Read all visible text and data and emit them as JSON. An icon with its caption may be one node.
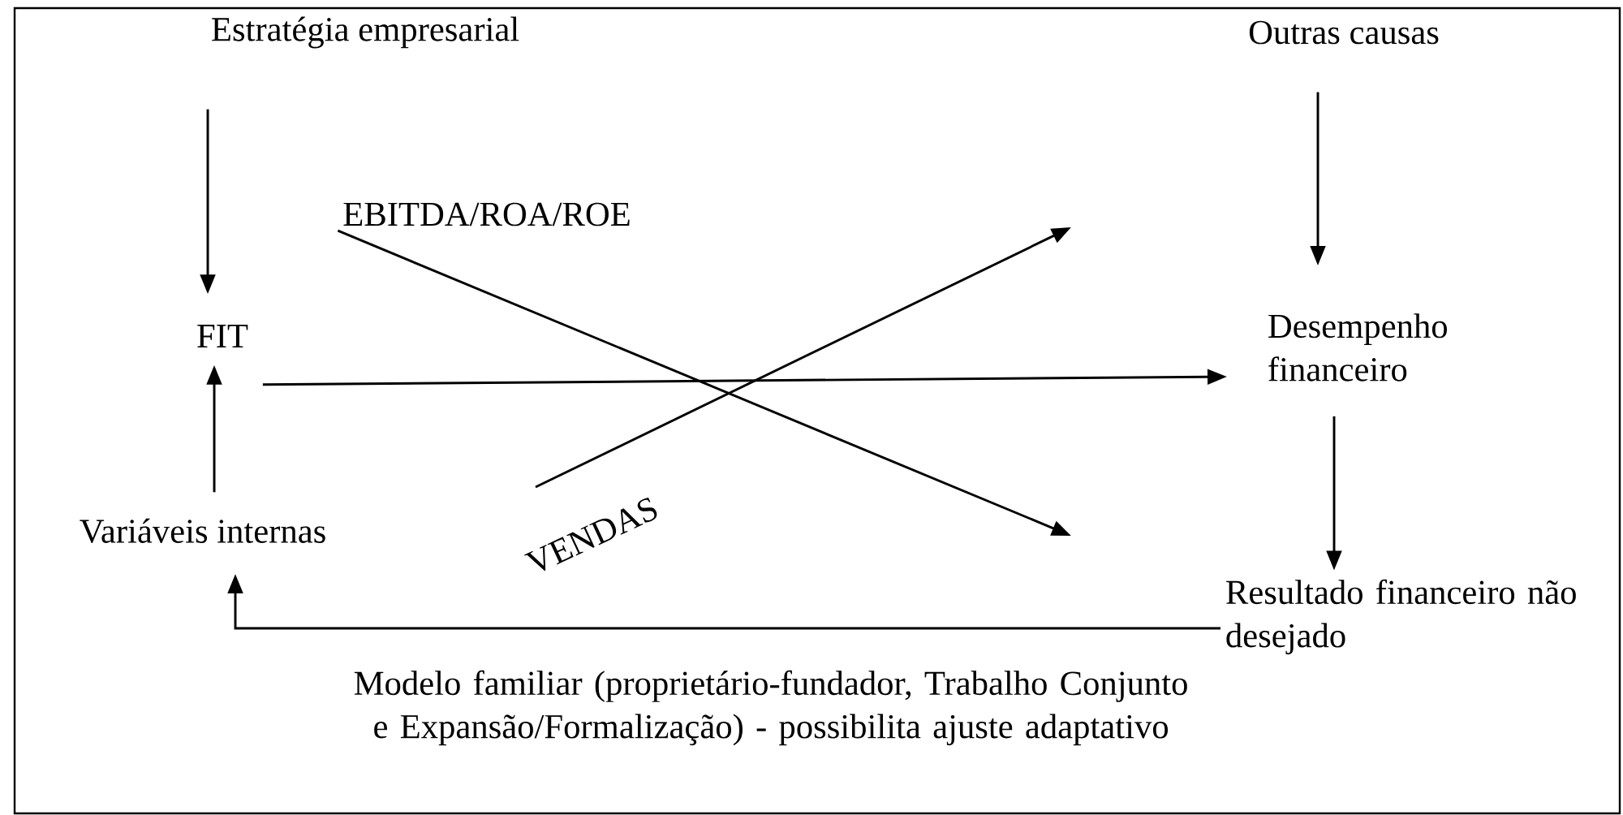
{
  "diagram": {
    "nodes": [
      {
        "text": [
          "Estratégia empresarial"
        ]
      },
      {
        "text": [
          "FIT"
        ]
      },
      {
        "text": [
          "Variáveis internas"
        ]
      },
      {
        "text": [
          "Outras causas"
        ]
      },
      {
        "text": [
          "Desempenho financeiro"
        ]
      },
      {
        "text": [
          "Resultado financeiro não desejado"
        ]
      },
      {
        "text": [
          "EBITDA/ROA/ROE"
        ]
      },
      {
        "text": [
          "VENDAS"
        ]
      }
    ],
    "edges": [
      {
        "from": 0,
        "to": 1,
        "arrow": "to"
      },
      {
        "from": 2,
        "to": 1,
        "arrow": "to"
      },
      {
        "from": 1,
        "to": 4,
        "arrow": "to"
      },
      {
        "from": 3,
        "to": 4,
        "arrow": "to"
      },
      {
        "from": 4,
        "to": 5,
        "arrow": "to"
      },
      {
        "from": 5,
        "to": 2,
        "arrow": "to",
        "label": "Modelo familiar (proprietário-fundador, Trabalho Conjunto e Expansão/Formalização) - possibilita ajuste adaptativo"
      },
      {
        "from": 6,
        "to": null,
        "arrow": "to"
      },
      {
        "from": 7,
        "to": null,
        "arrow": "to"
      }
    ]
  }
}
